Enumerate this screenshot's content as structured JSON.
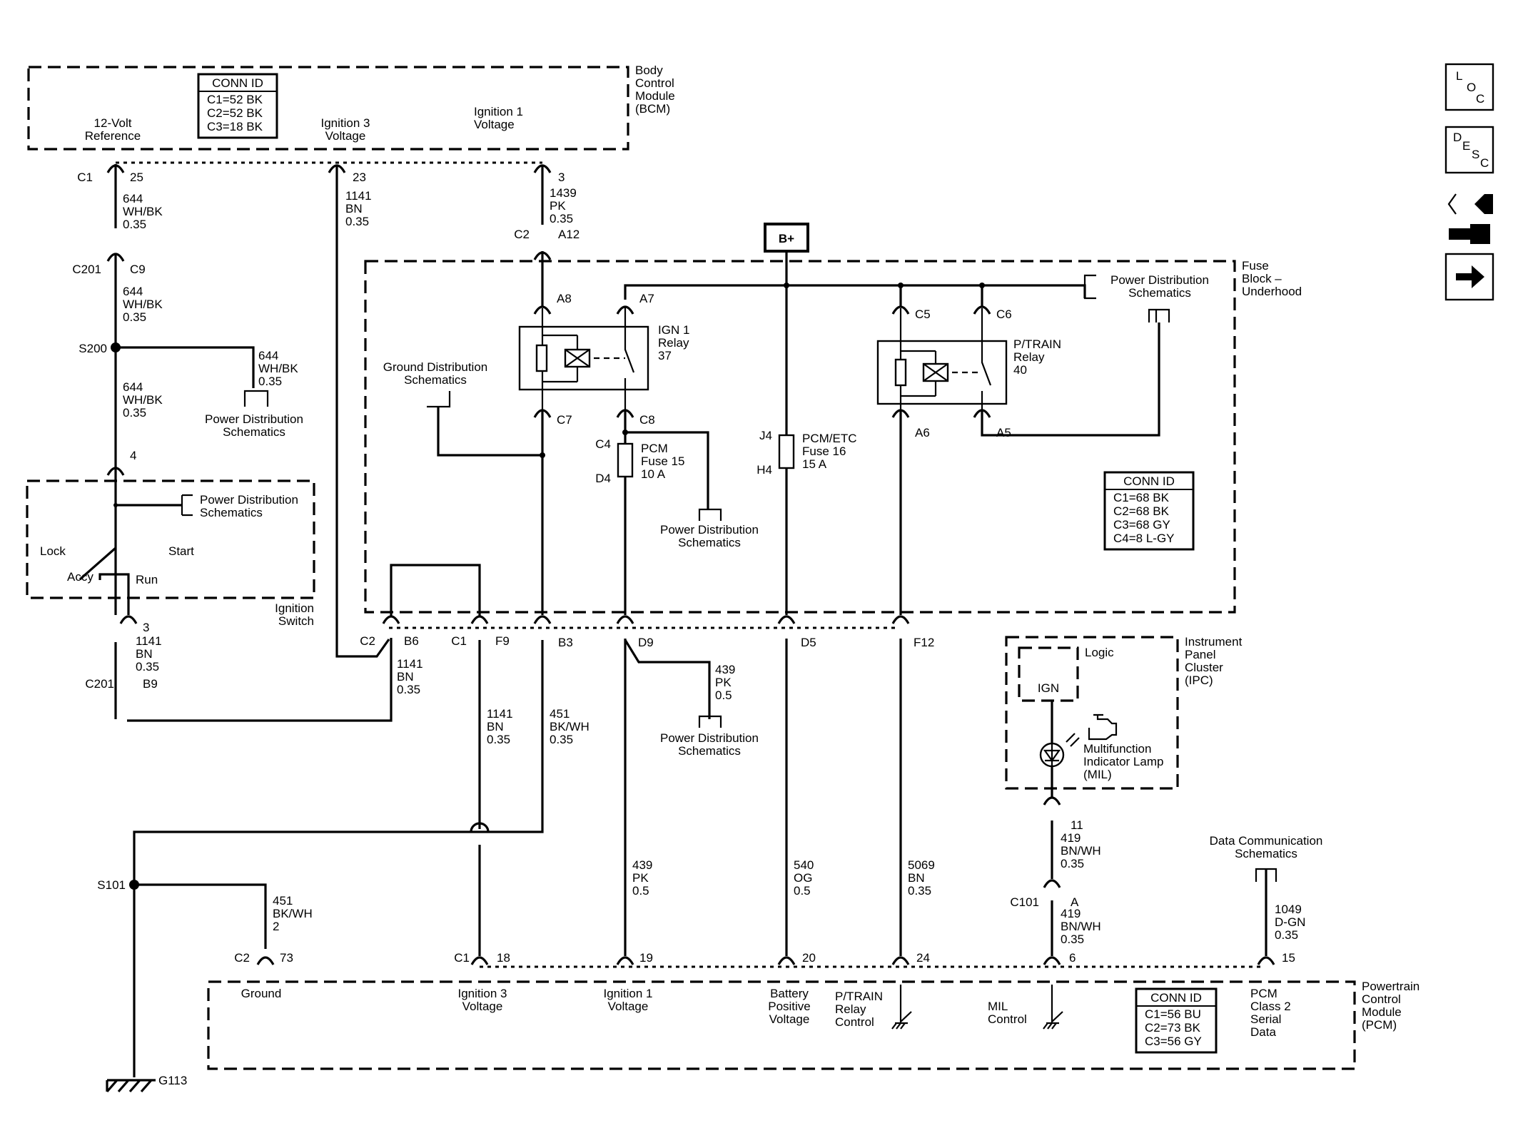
{
  "modules": {
    "bcm": [
      "Body",
      "Control",
      "Module",
      "(BCM)"
    ],
    "fuse_block": [
      "Fuse",
      "Block –",
      "Underhood"
    ],
    "ignition_switch": [
      "Ignition",
      "Switch"
    ],
    "ipc": [
      "Instrument",
      "Panel",
      "Cluster",
      "(IPC)"
    ],
    "pcm": [
      "Powertrain",
      "Control",
      "Module",
      "(PCM)"
    ]
  },
  "conn_tables": {
    "bcm": {
      "title": "CONN ID",
      "rows": [
        "C1=52 BK",
        "C2=52 BK",
        "C3=18 BK"
      ]
    },
    "fuse": {
      "title": "CONN ID",
      "rows": [
        "C1=68 BK",
        "C2=68 BK",
        "C3=68 GY",
        "C4=8 L-GY"
      ]
    },
    "pcm": {
      "title": "CONN ID",
      "rows": [
        "C1=56 BU",
        "C2=73 BK",
        "C3=56 GY"
      ]
    }
  },
  "bcm_pins": {
    "ref12v": [
      "12-Volt",
      "Reference"
    ],
    "ign3": [
      "Ignition 3",
      "Voltage"
    ],
    "ign1": [
      "Ignition 1",
      "Voltage"
    ]
  },
  "bplus": "B+",
  "relays": {
    "ign1": [
      "IGN 1",
      "Relay",
      "37"
    ],
    "ptrain": [
      "P/TRAIN",
      "Relay",
      "40"
    ]
  },
  "fuses": {
    "pcm15": [
      "PCM",
      "Fuse 15",
      "10 A"
    ],
    "pcmetc16": [
      "PCM/ETC",
      "Fuse 16",
      "15 A"
    ]
  },
  "refs": {
    "pds": [
      "Power Distribution",
      "Schematics"
    ],
    "gds": [
      "Ground Distribution",
      "Schematics"
    ],
    "dcs": [
      "Data Communication",
      "Schematics"
    ]
  },
  "switch": {
    "lock": "Lock",
    "accy": "Accy",
    "run": "Run",
    "start": "Start"
  },
  "ipc_parts": {
    "logic": "Logic",
    "ign": "IGN",
    "mil": [
      "Multifunction",
      "Indicator Lamp",
      "(MIL)"
    ]
  },
  "pcm_pins": {
    "ground": "Ground",
    "ign3": [
      "Ignition 3",
      "Voltage"
    ],
    "ign1": [
      "Ignition 1",
      "Voltage"
    ],
    "batt": [
      "Battery",
      "Positive",
      "Voltage"
    ],
    "ptrain": [
      "P/TRAIN",
      "Relay",
      "Control"
    ],
    "mil": [
      "MIL",
      "Control"
    ],
    "class2": [
      "PCM",
      "Class 2",
      "Serial",
      "Data"
    ]
  },
  "wires": {
    "w644a": [
      "644",
      "WH/BK",
      "0.35"
    ],
    "w644b": [
      "644",
      "WH/BK",
      "0.35"
    ],
    "w644c": [
      "644",
      "WH/BK",
      "0.35"
    ],
    "w644d": [
      "644",
      "WH/BK",
      "0.35"
    ],
    "w1141a": [
      "1141",
      "BN",
      "0.35"
    ],
    "w1439": [
      "1439",
      "PK",
      "0.35"
    ],
    "w1141b": [
      "1141",
      "BN",
      "0.35"
    ],
    "w1141c": [
      "1141",
      "BN",
      "0.35"
    ],
    "w1141d": [
      "1141",
      "BN",
      "0.35"
    ],
    "w451a": [
      "451",
      "BK/WH",
      "0.35"
    ],
    "w439a": [
      "439",
      "PK",
      "0.5"
    ],
    "w439b": [
      "439",
      "PK",
      "0.5"
    ],
    "w540": [
      "540",
      "OG",
      "0.5"
    ],
    "w5069": [
      "5069",
      "BN",
      "0.35"
    ],
    "w451b": [
      "451",
      "BK/WH",
      "2"
    ],
    "w419a": [
      "419",
      "BN/WH",
      "0.35"
    ],
    "w419b": [
      "419",
      "BN/WH",
      "0.35"
    ],
    "w1049": [
      "1049",
      "D-GN",
      "0.35"
    ]
  },
  "labels": {
    "C1_top": "C1",
    "p25": "25",
    "p23": "23",
    "p3_bcm": "3",
    "C2_a": "C2",
    "A12": "A12",
    "C201_a": "C201",
    "C9": "C9",
    "S200": "S200",
    "p4": "4",
    "p3_sw": "3",
    "C201_b": "C201",
    "B9": "B9",
    "A8": "A8",
    "A7": "A7",
    "C5": "C5",
    "C6": "C6",
    "C7": "C7",
    "C8": "C8",
    "A6": "A6",
    "A5": "A5",
    "C4": "C4",
    "D4": "D4",
    "J4": "J4",
    "H4": "H4",
    "C2_b": "C2",
    "B6": "B6",
    "C1_b": "C1",
    "F9": "F9",
    "B3": "B3",
    "D9": "D9",
    "D5": "D5",
    "F12": "F12",
    "S101": "S101",
    "C2_c": "C2",
    "p73": "73",
    "C1_c": "C1",
    "p18": "18",
    "p19": "19",
    "p20": "20",
    "p24": "24",
    "p11": "11",
    "C101": "C101",
    "pA": "A",
    "p6": "6",
    "p15": "15",
    "G113": "G113"
  },
  "nav": {
    "loc": [
      "L",
      "O",
      "C"
    ],
    "desc": [
      "D",
      "E",
      "S",
      "C"
    ]
  }
}
